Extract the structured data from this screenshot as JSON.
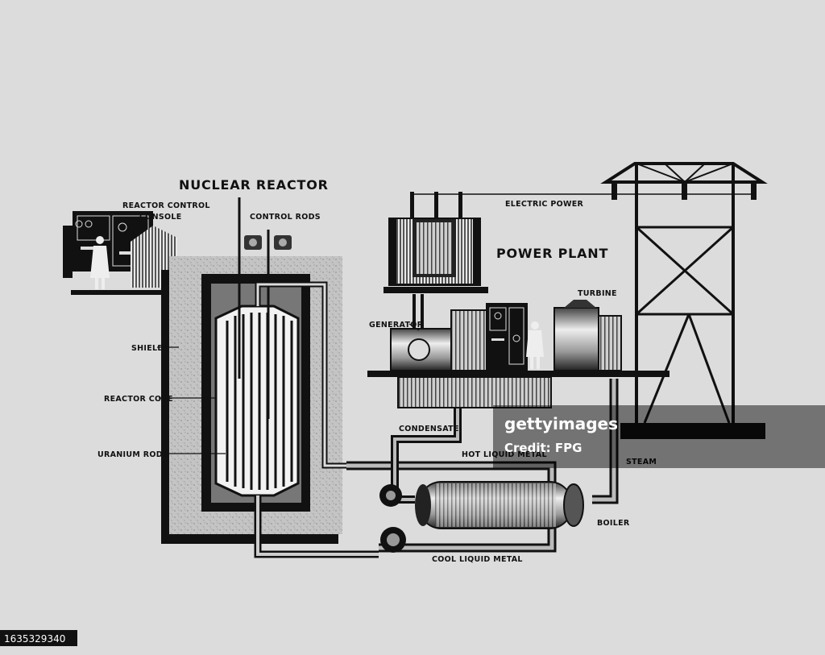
{
  "diagram": {
    "titles": {
      "reactor": "NUCLEAR REACTOR",
      "plant": "POWER PLANT"
    },
    "labels": {
      "console_line1": "REACTOR CONTROL",
      "console_line2": "CONSOLE",
      "control_rods": "CONTROL RODS",
      "shield": "SHIELD",
      "reactor_core": "REACTOR CORE",
      "uranium_rods": "URANIUM RODS",
      "electric_power": "ELECTRIC POWER",
      "generator": "GENERATOR",
      "turbine": "TURBINE",
      "condensate": "CONDENSATE",
      "hot_liquid_metal": "HOT LIQUID METAL",
      "steam": "STEAM",
      "boiler": "BOILER",
      "cool_liquid_metal": "COOL LIQUID METAL"
    }
  },
  "watermark": {
    "brand": "gettyimages",
    "credit": "Credit: FPG"
  },
  "image_id": "1635329340",
  "colors": {
    "background": "#dcdcdc",
    "ink": "#111111",
    "shield_fill": "#bdbdbd",
    "pipe": "#9a9a9a"
  }
}
